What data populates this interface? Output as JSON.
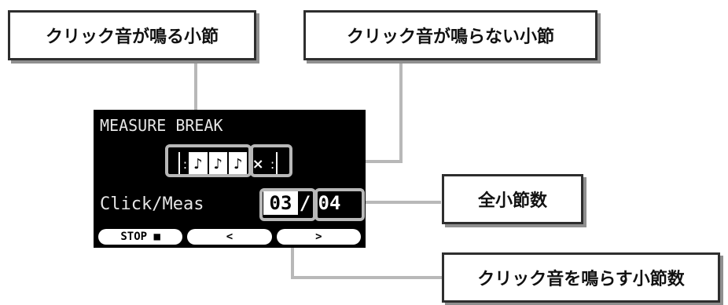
{
  "callouts": {
    "click_measure": "クリック音が鳴る小節",
    "silent_measure": "クリック音が鳴らない小節",
    "total_measures": "全小節数",
    "click_measures_count": "クリック音を鳴らす小節数"
  },
  "lcd": {
    "title": "MEASURE BREAK",
    "pattern": {
      "click_icon": "♪",
      "silent_icon": "×",
      "start_mark": ":",
      "end_mark": ":"
    },
    "param_label": "Click/Meas",
    "click_value": "03",
    "separator": "/",
    "total_value": "04",
    "softkeys": {
      "stop": "STOP ■",
      "prev": "<",
      "next": ">"
    }
  }
}
